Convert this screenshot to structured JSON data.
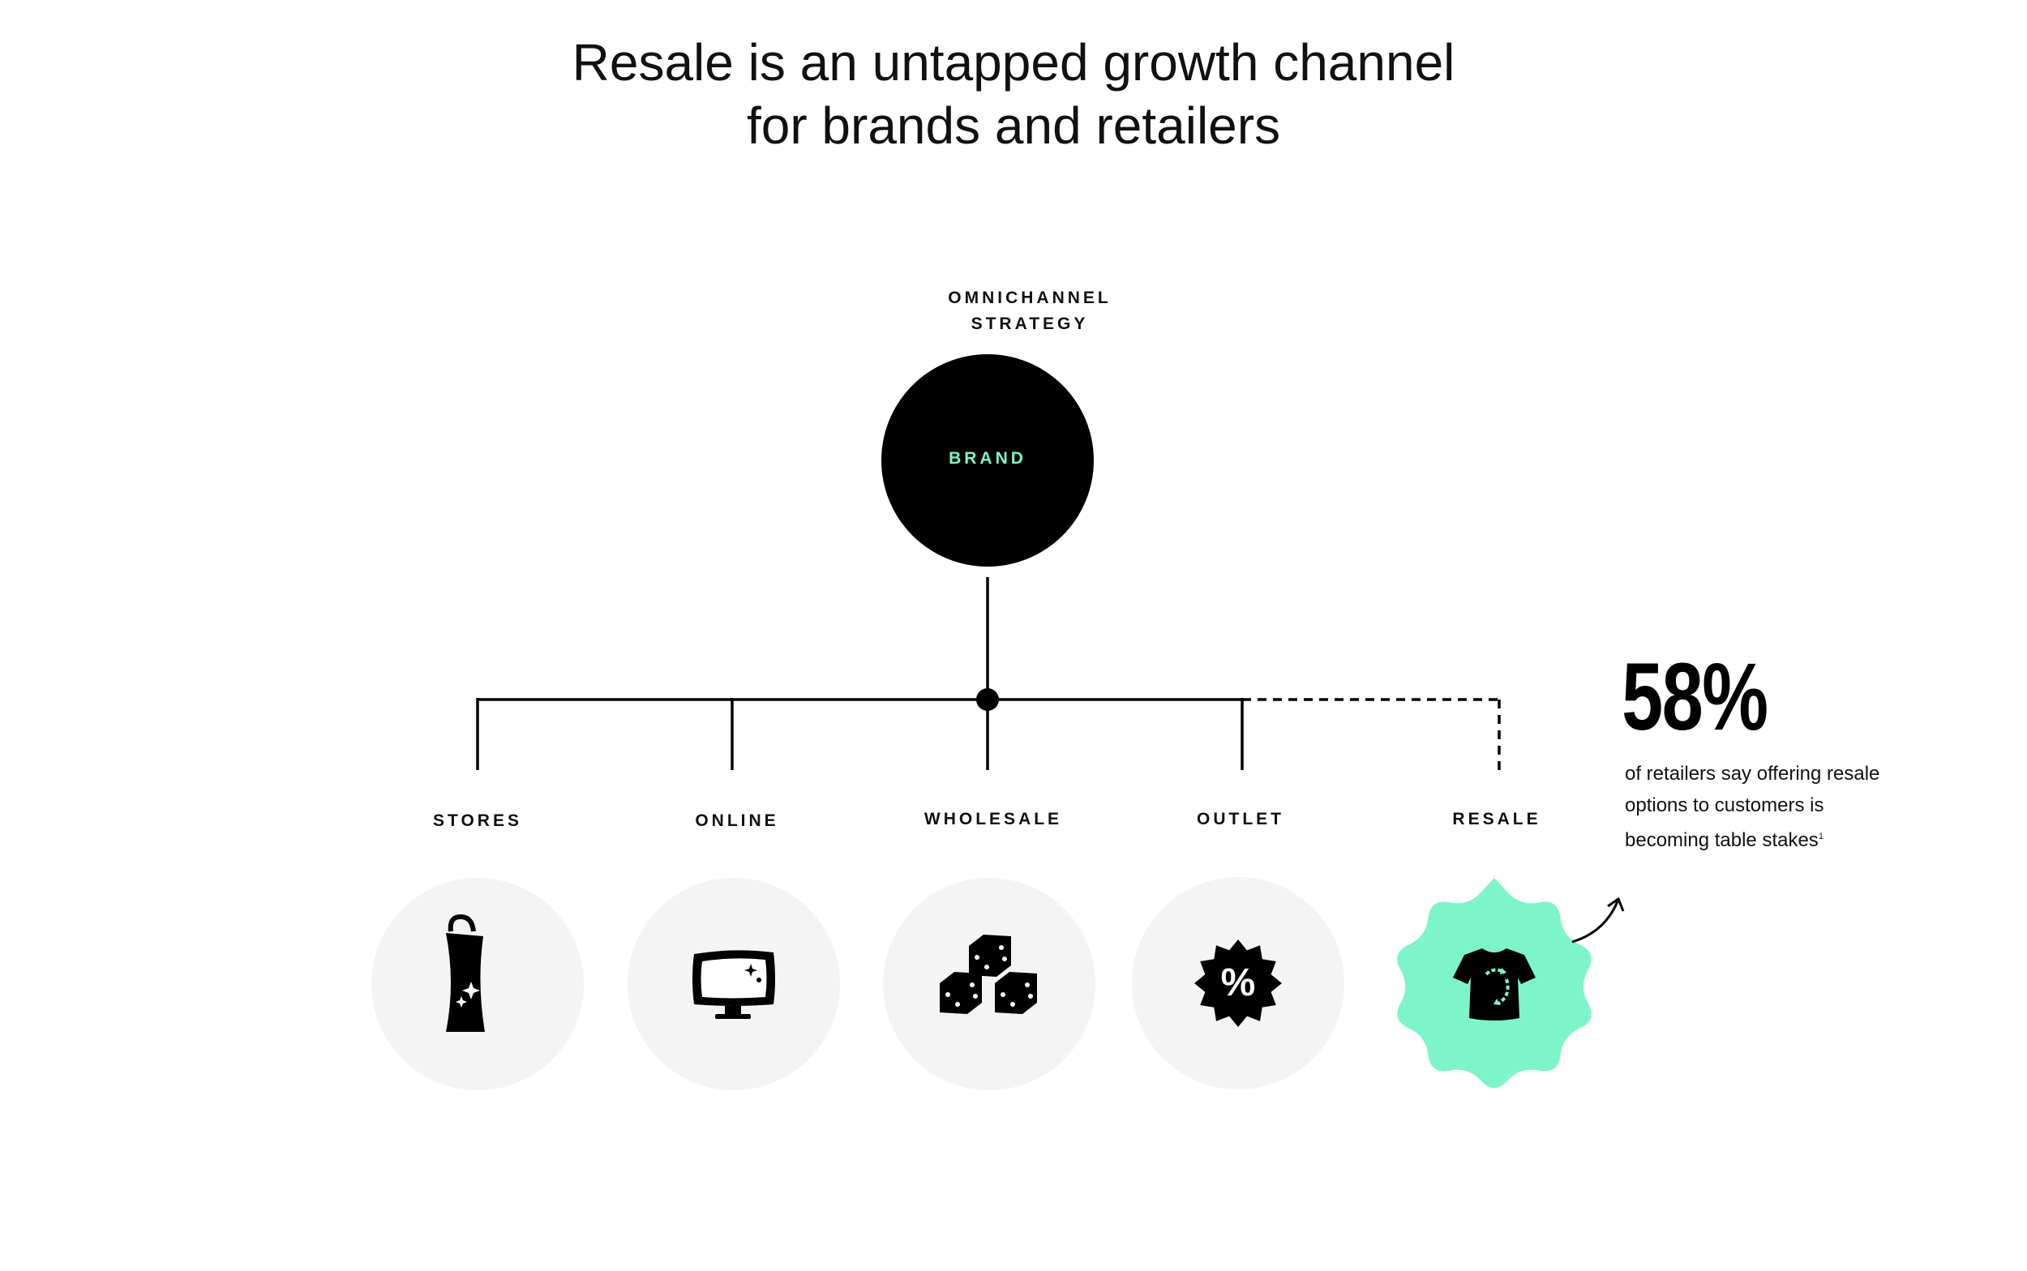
{
  "title": {
    "line1": "Resale is an untapped growth channel",
    "line2": "for brands and retailers"
  },
  "root": {
    "caption_line1": "OMNICHANNEL",
    "caption_line2": "STRATEGY",
    "label": "BRAND"
  },
  "channels": [
    {
      "label": "STORES",
      "icon": "shopping-bag-icon"
    },
    {
      "label": "ONLINE",
      "icon": "monitor-icon"
    },
    {
      "label": "WHOLESALE",
      "icon": "boxes-icon"
    },
    {
      "label": "OUTLET",
      "icon": "percent-badge-icon"
    },
    {
      "label": "RESALE",
      "icon": "tshirt-recycle-icon",
      "highlight": true,
      "connector": "dashed"
    }
  ],
  "stat": {
    "value": "58%",
    "text": "of retailers say offering resale options to customers is becoming table stakes",
    "footnote": "1"
  },
  "colors": {
    "accent": "#7df5c8",
    "circle_fill": "#f4f4f4",
    "brand_fill": "#000000"
  }
}
